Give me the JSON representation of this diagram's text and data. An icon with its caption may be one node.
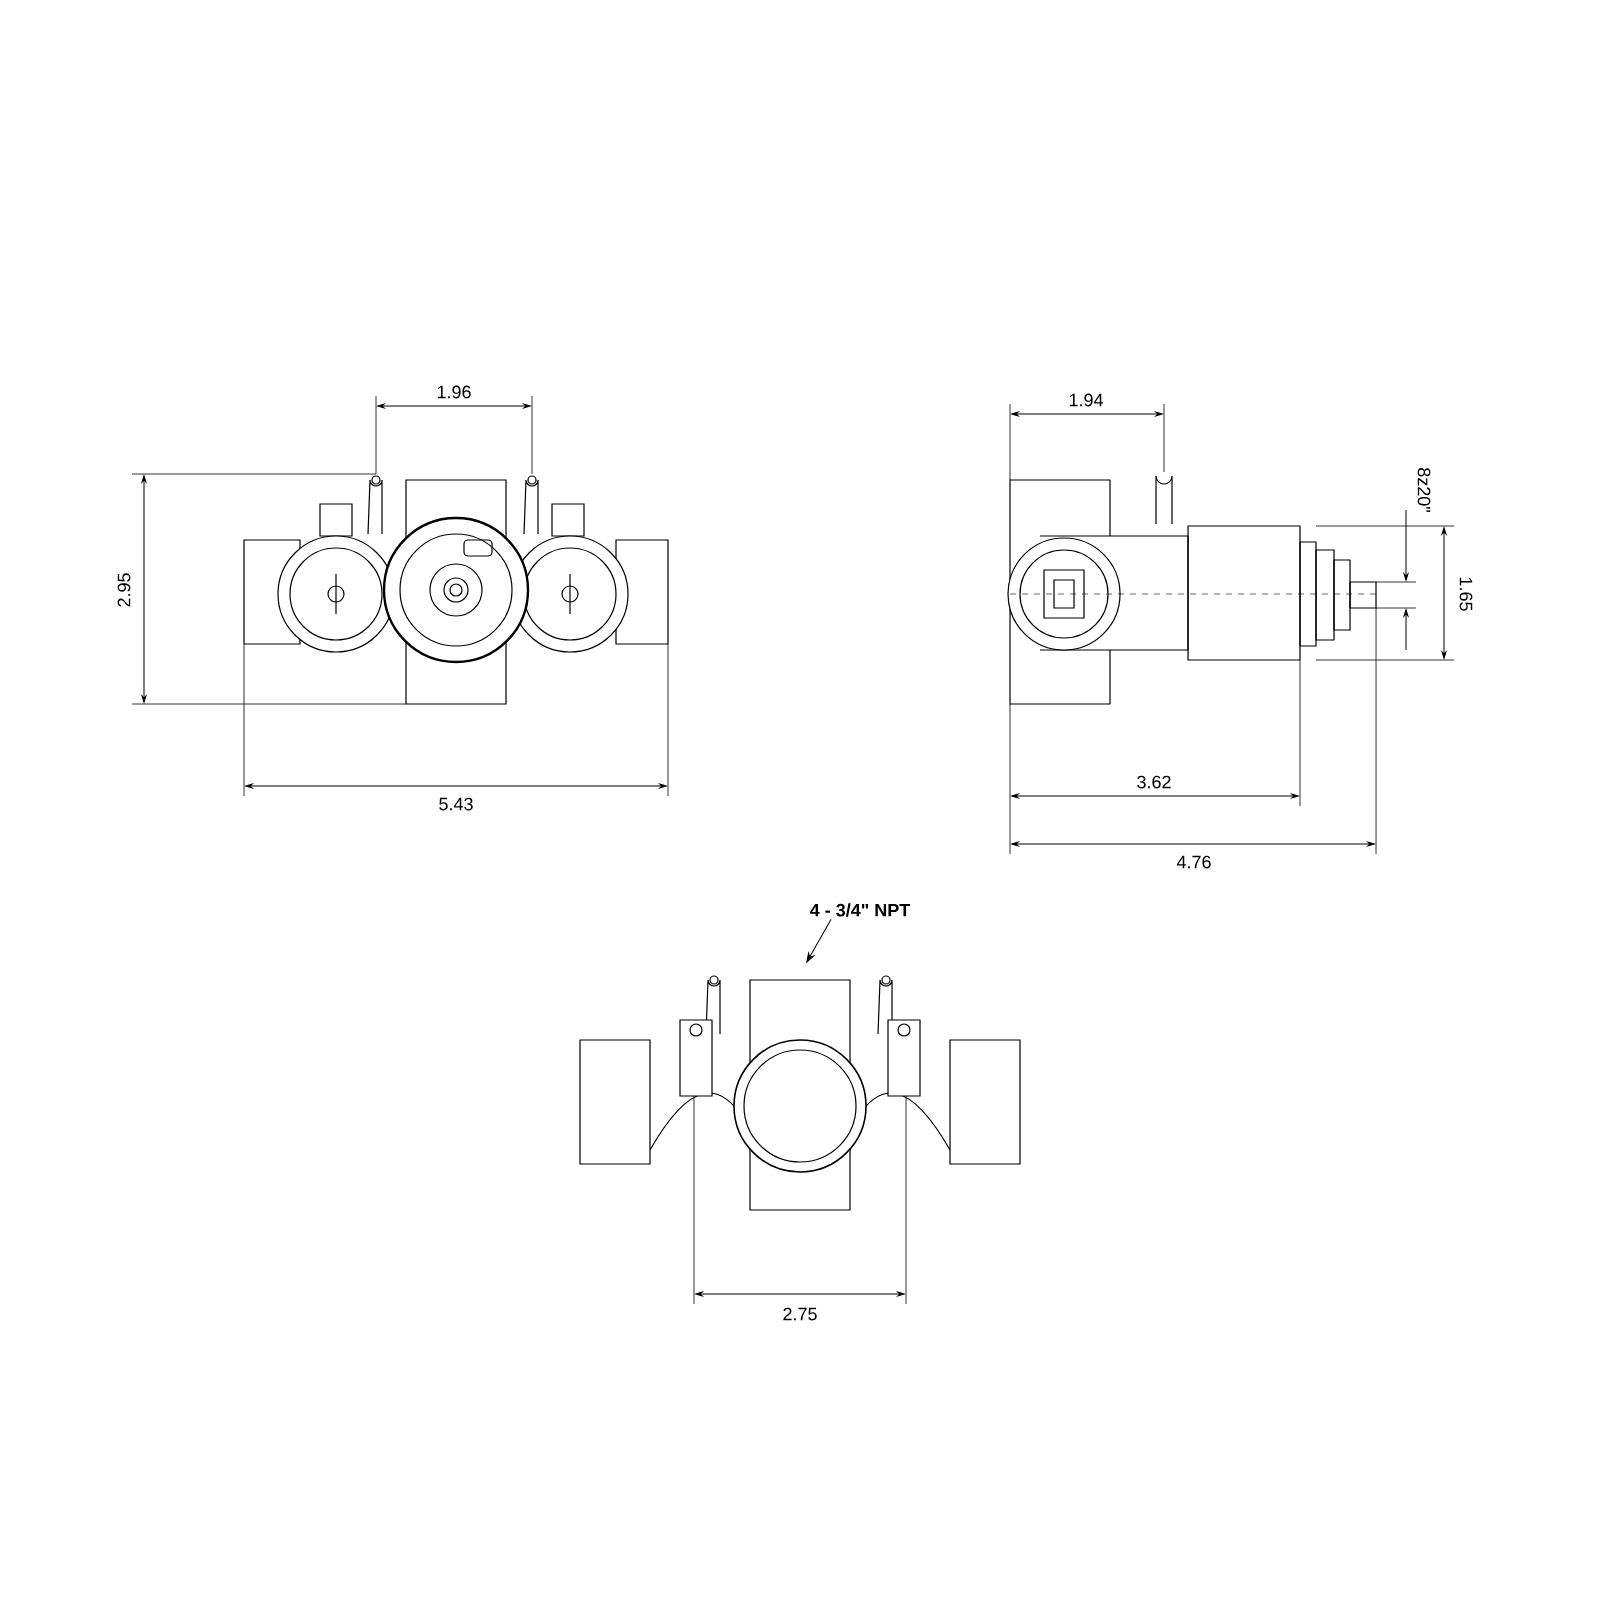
{
  "diagram": {
    "nodes": [
      {
        "text": [
          "4 - 3/4\" NPT"
        ]
      },
      {
        "text": [],
        "shape": "picture"
      }
    ],
    "edges": [
      {
        "from": 0,
        "to": 1,
        "arrow": "to"
      }
    ],
    "labels": [
      "1.96",
      "2.95",
      "5.43",
      "1.94",
      "8z20\"",
      "1.65",
      "3.62",
      "4.76",
      "2.75"
    ]
  }
}
